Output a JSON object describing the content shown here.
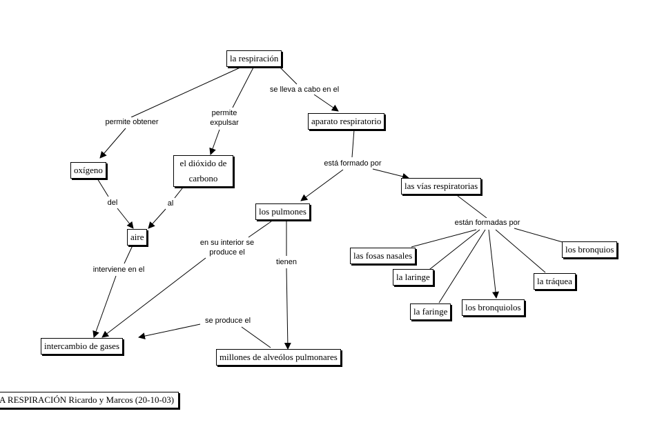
{
  "nodes": {
    "respiracion": "la  respiración",
    "oxigeno": "oxígeno",
    "dioxido": "el dióxido de carbono",
    "aparato": "aparato  respiratorio",
    "aire": "aire",
    "pulmones": "los pulmones",
    "vias": "las vías respiratorias",
    "fosas": "las fosas nasales",
    "laringe": "la laringe",
    "faringe": "la faringe",
    "bronquiolos": "los bronquiolos",
    "traquea": "la tráquea",
    "bronquios": "los bronquios",
    "intercambio": "intercambio de gases",
    "alveolos": "millones de alveólos pulmonares"
  },
  "links": {
    "permite_obtener": "permite obtener",
    "permite_expulsar": "permite\nexpulsar",
    "se_lleva": "se lleva a cabo en el",
    "esta_formado": "está formado por",
    "del": "del",
    "al": "al",
    "interviene": "interviene en el",
    "en_su_interior": "en su interior se\nproduce el",
    "tienen": "tienen",
    "estan_formadas": "están formadas por",
    "se_produce": "se produce el"
  },
  "footer": "A RESPIRACIÓN  Ricardo y Marcos (20-10-03)"
}
